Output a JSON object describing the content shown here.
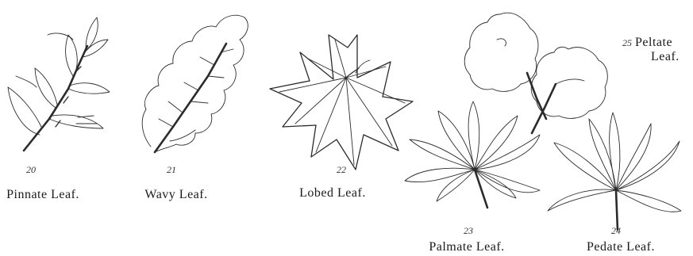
{
  "figures": [
    {
      "number": "20",
      "caption": "Pinnate Leaf."
    },
    {
      "number": "21",
      "caption": "Wavy Leaf."
    },
    {
      "number": "22",
      "caption": "Lobed Leaf."
    },
    {
      "number": "23",
      "caption": "Palmate Leaf."
    },
    {
      "number": "24",
      "caption": "Pedate Leaf."
    },
    {
      "number": "25",
      "caption_line1": "Peltate",
      "caption_line2": "Leaf."
    }
  ],
  "ink_color": "#2b2b2b",
  "paper_color": "#ffffff"
}
